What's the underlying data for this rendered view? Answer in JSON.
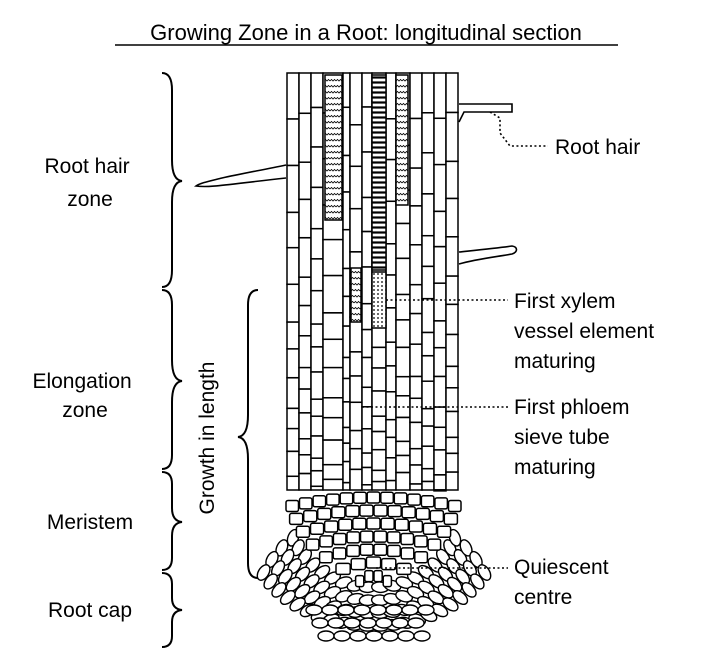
{
  "title": "Growing Zone in a Root: longitudinal section",
  "zones": {
    "root_hair_zone": [
      "Root hair",
      "zone"
    ],
    "elongation_zone": [
      "Elongation",
      "zone"
    ],
    "meristem": "Meristem",
    "root_cap": "Root cap"
  },
  "growth_label": "Growth in length",
  "callouts": {
    "root_hair": "Root hair",
    "xylem": [
      "First xylem",
      "vessel element",
      "maturing"
    ],
    "phloem": [
      "First phloem",
      "sieve tube",
      "maturing"
    ],
    "quiescent": [
      "Quiescent",
      "centre"
    ]
  }
}
